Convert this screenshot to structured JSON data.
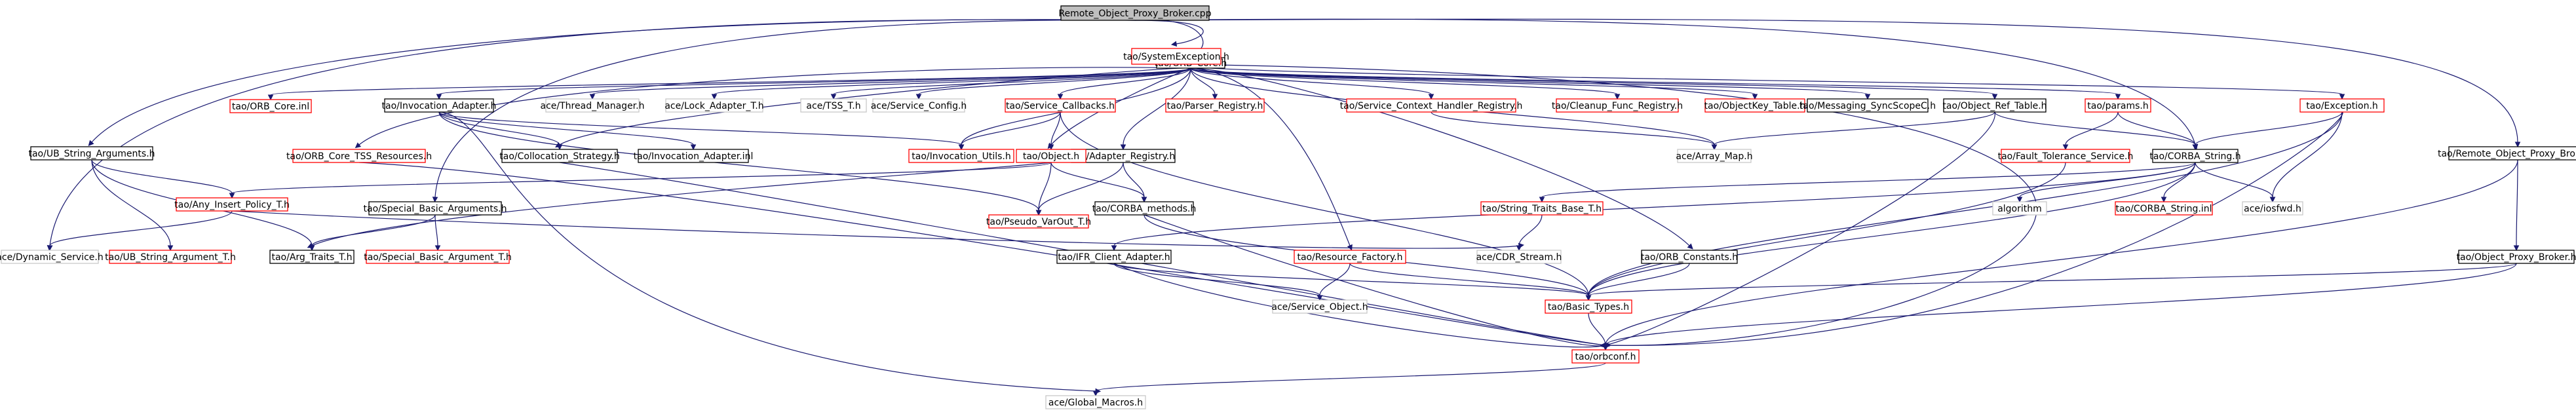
{
  "diagram": {
    "type": "include-dependency-graph",
    "colors": {
      "background": "#ffffff",
      "root_fill": "#bfbfbf",
      "black": "#000000",
      "red": "#ff0000",
      "gray": "#c8c8c8",
      "edge": "#191970",
      "text": "#000000"
    },
    "nodes": [
      {
        "id": "n_root",
        "label": "Remote_Object_Proxy_Broker.cpp",
        "border": "black",
        "root": true
      },
      {
        "id": "n_orbcore",
        "label": "tao/ORB_Core.h",
        "border": "black"
      },
      {
        "id": "n_sysexc",
        "label": "tao/SystemException.h",
        "border": "red"
      },
      {
        "id": "n_ulstring",
        "label": "tao/UB_String_Arguments.h",
        "border": "black"
      },
      {
        "id": "n_orbcoreinl",
        "label": "tao/ORB_Core.inl",
        "border": "red"
      },
      {
        "id": "n_invadapter",
        "label": "tao/Invocation_Adapter.h",
        "border": "black"
      },
      {
        "id": "n_threadmgr",
        "label": "ace/Thread_Manager.h",
        "border": "gray"
      },
      {
        "id": "n_lockadapter",
        "label": "ace/Lock_Adapter_T.h",
        "border": "gray"
      },
      {
        "id": "n_tsst",
        "label": "ace/TSS_T.h",
        "border": "gray"
      },
      {
        "id": "n_svcconfig",
        "label": "ace/Service_Config.h",
        "border": "gray"
      },
      {
        "id": "n_svccallbacks",
        "label": "tao/Service_Callbacks.h",
        "border": "red"
      },
      {
        "id": "n_parserreg",
        "label": "tao/Parser_Registry.h",
        "border": "red"
      },
      {
        "id": "n_svcctxhandler",
        "label": "tao/Service_Context_Handler_Registry.h",
        "border": "red"
      },
      {
        "id": "n_cleanupfunc",
        "label": "tao/Cleanup_Func_Registry.h",
        "border": "red"
      },
      {
        "id": "n_objkeytable",
        "label": "tao/ObjectKey_Table.h",
        "border": "red"
      },
      {
        "id": "n_syncscope",
        "label": "tao/Messaging_SyncScopeC.h",
        "border": "black"
      },
      {
        "id": "n_objreftable",
        "label": "tao/Object_Ref_Table.h",
        "border": "black"
      },
      {
        "id": "n_params",
        "label": "tao/params.h",
        "border": "red"
      },
      {
        "id": "n_exception",
        "label": "tao/Exception.h",
        "border": "red"
      },
      {
        "id": "n_rop_broker_h",
        "label": "tao/Remote_Object_Proxy_Broker.h",
        "border": "black"
      },
      {
        "id": "n_orbcoretss",
        "label": "tao/ORB_Core_TSS_Resources.h",
        "border": "red"
      },
      {
        "id": "n_colloc",
        "label": "tao/Collocation_Strategy.h",
        "border": "black"
      },
      {
        "id": "n_invadapterinl",
        "label": "tao/Invocation_Adapter.inl",
        "border": "black"
      },
      {
        "id": "n_invutils",
        "label": "tao/Invocation_Utils.h",
        "border": "red"
      },
      {
        "id": "n_adapterreg",
        "label": "tao/Adapter_Registry.h",
        "border": "black"
      },
      {
        "id": "n_arraymap",
        "label": "ace/Array_Map.h",
        "border": "gray"
      },
      {
        "id": "n_corbastring",
        "label": "tao/CORBA_String.h",
        "border": "black"
      },
      {
        "id": "n_faulttol",
        "label": "tao/Fault_Tolerance_Service.h",
        "border": "red"
      },
      {
        "id": "n_object",
        "label": "tao/Object.h",
        "border": "red"
      },
      {
        "id": "n_anyinsert",
        "label": "tao/Any_Insert_Policy_T.h",
        "border": "red"
      },
      {
        "id": "n_specialbasic",
        "label": "tao/Special_Basic_Arguments.h",
        "border": "black"
      },
      {
        "id": "n_pseudovar",
        "label": "tao/Pseudo_VarOut_T.h",
        "border": "red"
      },
      {
        "id": "n_corbamethods",
        "label": "tao/CORBA_methods.h",
        "border": "black"
      },
      {
        "id": "n_stringtraits",
        "label": "tao/String_Traits_Base_T.h",
        "border": "red"
      },
      {
        "id": "n_algorithm",
        "label": "algorithm",
        "border": "gray"
      },
      {
        "id": "n_corbastringinl",
        "label": "tao/CORBA_String.inl",
        "border": "red"
      },
      {
        "id": "n_iosfwd",
        "label": "ace/iosfwd.h",
        "border": "gray"
      },
      {
        "id": "n_dynservice",
        "label": "ace/Dynamic_Service.h",
        "border": "gray"
      },
      {
        "id": "n_ubstringarg",
        "label": "tao/UB_String_Argument_T.h",
        "border": "red"
      },
      {
        "id": "n_argtraits",
        "label": "tao/Arg_Traits_T.h",
        "border": "black"
      },
      {
        "id": "n_specialbasicarg",
        "label": "tao/Special_Basic_Argument_T.h",
        "border": "red"
      },
      {
        "id": "n_ifrclient",
        "label": "tao/IFR_Client_Adapter.h",
        "border": "black"
      },
      {
        "id": "n_resfactory",
        "label": "tao/Resource_Factory.h",
        "border": "red"
      },
      {
        "id": "n_cdrstream",
        "label": "ace/CDR_Stream.h",
        "border": "gray"
      },
      {
        "id": "n_orbconstants",
        "label": "tao/ORB_Constants.h",
        "border": "black"
      },
      {
        "id": "n_objproxybroker",
        "label": "tao/Object_Proxy_Broker.h",
        "border": "black"
      },
      {
        "id": "n_svcobject",
        "label": "ace/Service_Object.h",
        "border": "gray"
      },
      {
        "id": "n_basictypes",
        "label": "tao/Basic_Types.h",
        "border": "red"
      },
      {
        "id": "n_orbconf",
        "label": "tao/orbconf.h",
        "border": "red"
      },
      {
        "id": "n_globalmacros",
        "label": "ace/Global_Macros.h",
        "border": "gray"
      }
    ],
    "edges": [
      [
        "n_root",
        "n_orbcore"
      ],
      [
        "n_root",
        "n_sysexc"
      ],
      [
        "n_root",
        "n_ulstring"
      ],
      [
        "n_root",
        "n_rop_broker_h"
      ],
      [
        "n_root",
        "n_corbastring"
      ],
      [
        "n_root",
        "n_dynservice"
      ],
      [
        "n_root",
        "n_specialbasic"
      ],
      [
        "n_orbcore",
        "n_orbcoreinl"
      ],
      [
        "n_orbcore",
        "n_invadapter"
      ],
      [
        "n_orbcore",
        "n_threadmgr"
      ],
      [
        "n_orbcore",
        "n_lockadapter"
      ],
      [
        "n_orbcore",
        "n_tsst"
      ],
      [
        "n_orbcore",
        "n_svcconfig"
      ],
      [
        "n_orbcore",
        "n_svccallbacks"
      ],
      [
        "n_orbcore",
        "n_parserreg"
      ],
      [
        "n_orbcore",
        "n_svcctxhandler"
      ],
      [
        "n_orbcore",
        "n_cleanupfunc"
      ],
      [
        "n_orbcore",
        "n_objkeytable"
      ],
      [
        "n_orbcore",
        "n_syncscope"
      ],
      [
        "n_orbcore",
        "n_objreftable"
      ],
      [
        "n_orbcore",
        "n_params"
      ],
      [
        "n_orbcore",
        "n_orbcoretss"
      ],
      [
        "n_orbcore",
        "n_colloc"
      ],
      [
        "n_orbcore",
        "n_invutils"
      ],
      [
        "n_orbcore",
        "n_adapterreg"
      ],
      [
        "n_orbcore",
        "n_arraymap"
      ],
      [
        "n_orbcore",
        "n_resfactory"
      ],
      [
        "n_orbcore",
        "n_orbconstants"
      ],
      [
        "n_orbcore",
        "n_object"
      ],
      [
        "n_sysexc",
        "n_exception"
      ],
      [
        "n_sysexc",
        "n_orbconf"
      ],
      [
        "n_exception",
        "n_corbastring"
      ],
      [
        "n_exception",
        "n_iosfwd"
      ],
      [
        "n_exception",
        "n_basictypes"
      ],
      [
        "n_exception",
        "n_orbconf"
      ],
      [
        "n_ulstring",
        "n_anyinsert"
      ],
      [
        "n_ulstring",
        "n_ubstringarg"
      ],
      [
        "n_ulstring",
        "n_argtraits"
      ],
      [
        "n_invadapter",
        "n_invadapterinl"
      ],
      [
        "n_invadapter",
        "n_colloc"
      ],
      [
        "n_invadapter",
        "n_invutils"
      ],
      [
        "n_invadapter",
        "n_pseudovar"
      ],
      [
        "n_invadapter",
        "n_globalmacros"
      ],
      [
        "n_svccallbacks",
        "n_invutils"
      ],
      [
        "n_svccallbacks",
        "n_object"
      ],
      [
        "n_svccallbacks",
        "n_basictypes"
      ],
      [
        "n_svcctxhandler",
        "n_arraymap"
      ],
      [
        "n_objreftable",
        "n_arraymap"
      ],
      [
        "n_objreftable",
        "n_corbastring"
      ],
      [
        "n_objreftable",
        "n_orbconf"
      ],
      [
        "n_params",
        "n_faulttol"
      ],
      [
        "n_params",
        "n_corbastring"
      ],
      [
        "n_rop_broker_h",
        "n_objproxybroker"
      ],
      [
        "n_rop_broker_h",
        "n_orbconf"
      ],
      [
        "n_orbcoretss",
        "n_orbconf"
      ],
      [
        "n_colloc",
        "n_orbconf"
      ],
      [
        "n_adapterreg",
        "n_pseudovar"
      ],
      [
        "n_adapterreg",
        "n_corbamethods"
      ],
      [
        "n_corbastring",
        "n_stringtraits"
      ],
      [
        "n_corbastring",
        "n_algorithm"
      ],
      [
        "n_corbastring",
        "n_corbastringinl"
      ],
      [
        "n_corbastring",
        "n_iosfwd"
      ],
      [
        "n_corbastring",
        "n_basictypes"
      ],
      [
        "n_corbastring",
        "n_ifrclient"
      ],
      [
        "n_faulttol",
        "n_basictypes"
      ],
      [
        "n_object",
        "n_pseudovar"
      ],
      [
        "n_object",
        "n_corbamethods"
      ],
      [
        "n_object",
        "n_anyinsert"
      ],
      [
        "n_object",
        "n_argtraits"
      ],
      [
        "n_anyinsert",
        "n_dynservice"
      ],
      [
        "n_anyinsert",
        "n_cdrstream"
      ],
      [
        "n_specialbasic",
        "n_argtraits"
      ],
      [
        "n_specialbasic",
        "n_specialbasicarg"
      ],
      [
        "n_corbamethods",
        "n_basictypes"
      ],
      [
        "n_corbamethods",
        "n_orbconf"
      ],
      [
        "n_stringtraits",
        "n_cdrstream"
      ],
      [
        "n_ifrclient",
        "n_svcobject"
      ],
      [
        "n_ifrclient",
        "n_basictypes"
      ],
      [
        "n_ifrclient",
        "n_orbconf"
      ],
      [
        "n_resfactory",
        "n_svcobject"
      ],
      [
        "n_resfactory",
        "n_basictypes"
      ],
      [
        "n_orbconstants",
        "n_basictypes"
      ],
      [
        "n_objproxybroker",
        "n_basictypes"
      ],
      [
        "n_objproxybroker",
        "n_orbconf"
      ],
      [
        "n_basictypes",
        "n_orbconf"
      ],
      [
        "n_orbconf",
        "n_globalmacros"
      ]
    ]
  }
}
